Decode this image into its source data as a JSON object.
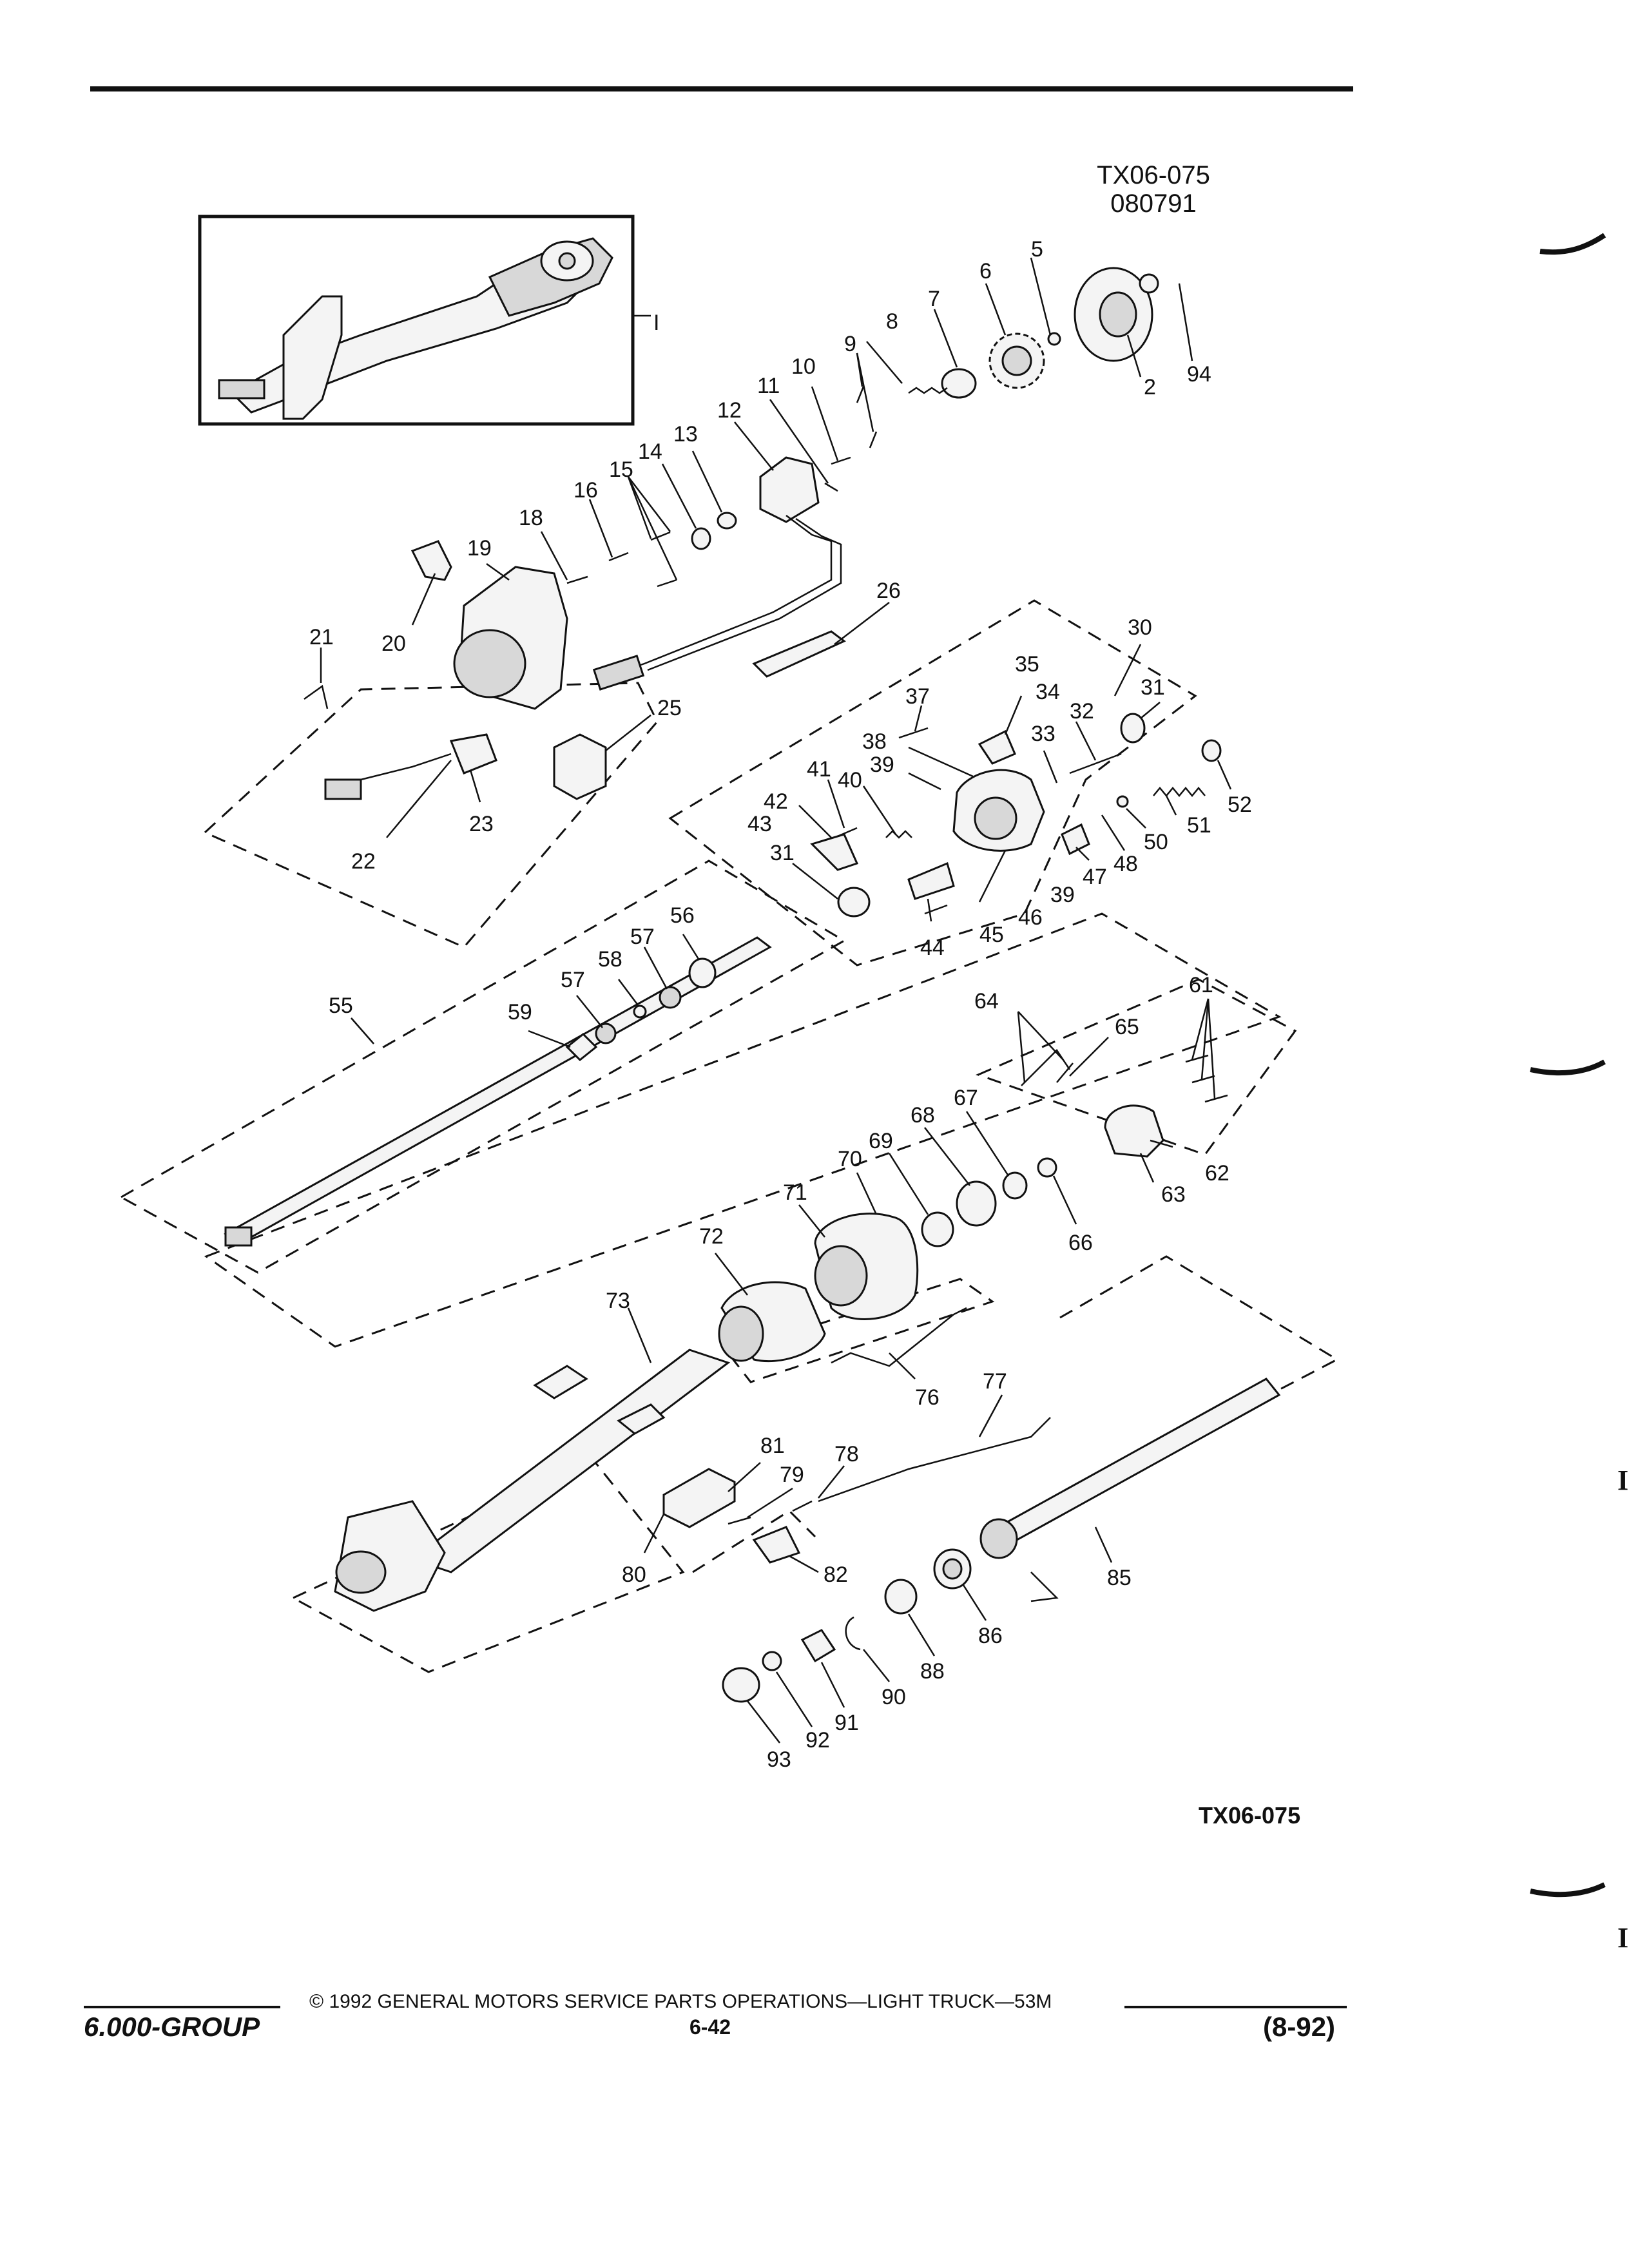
{
  "header": {
    "code_line1": "TX06-075",
    "code_line2": "080791"
  },
  "figure": {
    "bottom_code": "TX06-075",
    "inset_label": "I"
  },
  "callouts": [
    "2",
    "5",
    "6",
    "7",
    "8",
    "9",
    "10",
    "11",
    "12",
    "13",
    "14",
    "15",
    "16",
    "18",
    "19",
    "20",
    "21",
    "22",
    "23",
    "25",
    "26",
    "30",
    "31",
    "31",
    "32",
    "33",
    "34",
    "35",
    "37",
    "38",
    "39",
    "39",
    "40",
    "41",
    "42",
    "43",
    "44",
    "45",
    "46",
    "47",
    "48",
    "50",
    "51",
    "52",
    "55",
    "56",
    "57",
    "57",
    "58",
    "59",
    "61",
    "62",
    "63",
    "64",
    "65",
    "66",
    "67",
    "68",
    "69",
    "70",
    "71",
    "72",
    "73",
    "76",
    "77",
    "78",
    "79",
    "80",
    "81",
    "82",
    "85",
    "86",
    "88",
    "90",
    "91",
    "92",
    "93",
    "94"
  ],
  "footer": {
    "group": "6.000-GROUP",
    "copyright": "© 1992 GENERAL MOTORS SERVICE PARTS OPERATIONS—LIGHT TRUCK—53M",
    "page": "6-42",
    "revision": "(8-92)"
  },
  "margin_marks": {
    "mark_1": "I",
    "mark_2": "I"
  }
}
